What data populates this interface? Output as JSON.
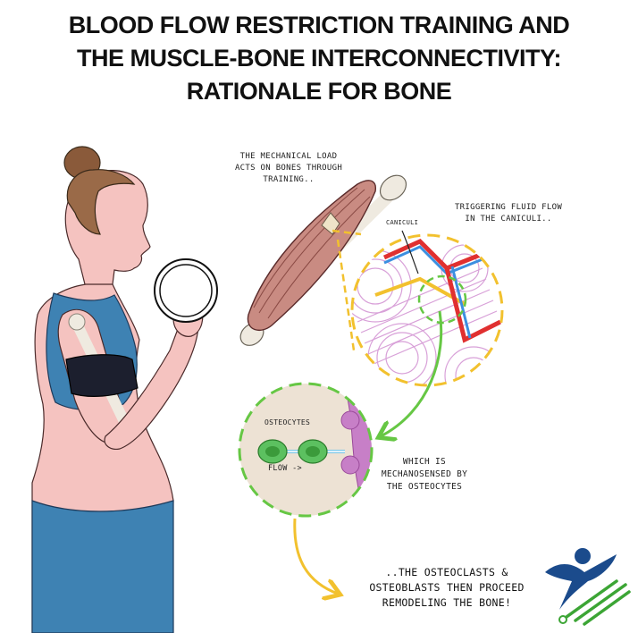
{
  "title": {
    "line1": "BLOOD FLOW RESTRICTION TRAINING AND",
    "line2": "THE MUSCLE-BONE INTERCONNECTIVITY:",
    "line3": "RATIONALE FOR BONE"
  },
  "annotations": {
    "mechanical_load": [
      "THE MECHANICAL LOAD",
      "ACTS ON BONES THROUGH",
      "TRAINING.."
    ],
    "fluid_flow": [
      "TRIGGERING FLUID FLOW",
      "IN THE CANICULI.."
    ],
    "caniculi_label": "CANICULI",
    "osteocytes_label": "OSTEOCYTES",
    "flow_label": "FLOW ->",
    "mechanosensed": [
      "WHICH IS",
      "MECHANOSENSED BY",
      "THE OSTEOCYTES"
    ],
    "remodeling": [
      "..THE OSTEOCLASTS &",
      "OSTEOBLASTS THEN PROCEED",
      "REMODELING THE BONE!"
    ]
  },
  "colors": {
    "skin": "#f5c3c0",
    "sports_bra": "#3e82b3",
    "bfr_cuff": "#1c1f2e",
    "muscle": "#c98b82",
    "yellow_dashes": "#f2c12e",
    "green_dashes": "#66c744",
    "logo_blue": "#1b4b8c",
    "logo_green": "#3ca535"
  },
  "icons": {
    "logo": "figure-with-circuit-logo-icon"
  }
}
